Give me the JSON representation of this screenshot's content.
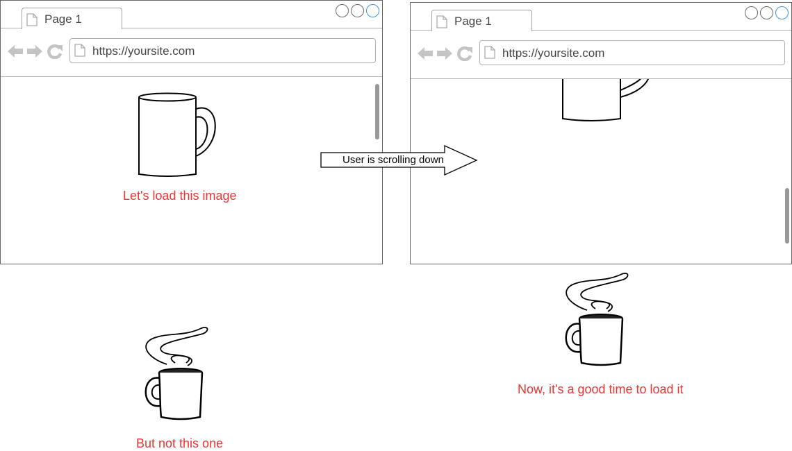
{
  "browser_left": {
    "tab_label": "Page 1",
    "url": "https://yoursite.com",
    "caption": "Let's load this image"
  },
  "browser_right": {
    "tab_label": "Page 1",
    "url": "https://yoursite.com"
  },
  "arrow": {
    "label": "User is scrolling down"
  },
  "below_left": {
    "caption": "But not this one"
  },
  "below_right": {
    "caption": "Now, it's a good time to load it"
  },
  "colors": {
    "caption": "#ee3333",
    "accent_button": "#3a97e0",
    "chrome_gray": "#b0b0b0"
  },
  "icons": [
    "page-icon",
    "back-arrow-icon",
    "forward-arrow-icon",
    "refresh-icon",
    "window-button-icon",
    "coffee-mug-icon",
    "steaming-coffee-mug-icon"
  ]
}
